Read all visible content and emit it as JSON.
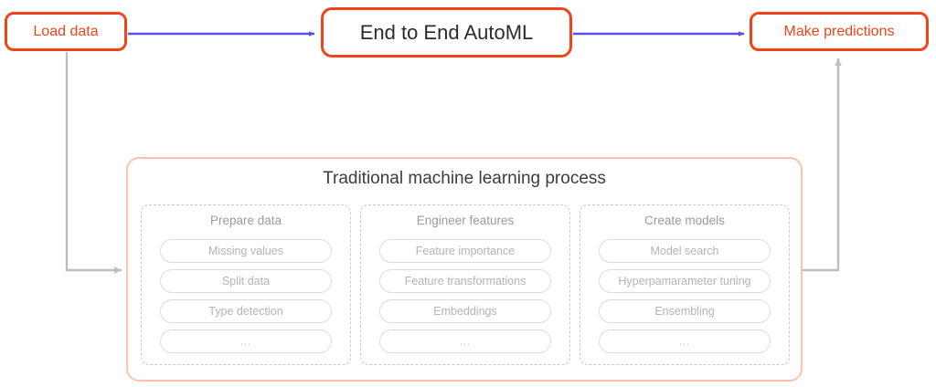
{
  "colors": {
    "accent_orange": "#F1441A",
    "container_border": "#FBC3AE",
    "arrow_blue": "#5B4FE0",
    "arrow_gray": "#BDBDBD",
    "dashed_gray": "#C9C9C9",
    "pill_text": "#B4B4B4",
    "title_dark": "#2B2B2B"
  },
  "flow": {
    "load_data_label": "Load data",
    "automl_label": "End to End AutoML",
    "make_predictions_label": "Make predictions"
  },
  "traditional": {
    "title": "Traditional machine learning process",
    "stages": [
      {
        "title": "Prepare data",
        "items": [
          "Missing values",
          "Split data",
          "Type detection",
          "…"
        ]
      },
      {
        "title": "Engineer features",
        "items": [
          "Feature importance",
          "Feature transformations",
          "Embeddings",
          "…"
        ]
      },
      {
        "title": "Create models",
        "items": [
          "Model search",
          "Hyperpamarameter tuning",
          "Ensembling",
          "…"
        ]
      }
    ]
  }
}
